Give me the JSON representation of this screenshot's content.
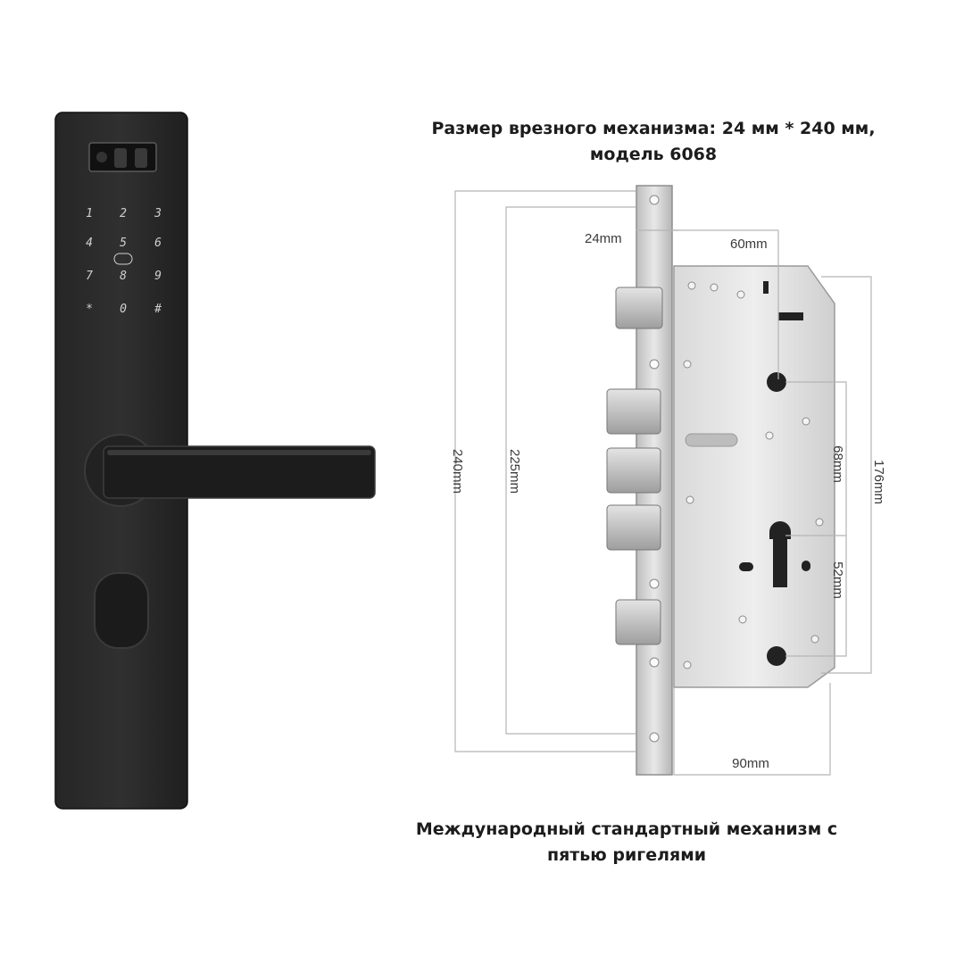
{
  "captions": {
    "top_line1": "Размер врезного механизма: 24 мм * 240 мм,",
    "top_line2": "модель 6068",
    "bottom_line1": "Международный стандартный механизм с",
    "bottom_line2": "пятью ригелями"
  },
  "keypad": {
    "keys": [
      "1",
      "2",
      "3",
      "4",
      "5",
      "6",
      "7",
      "8",
      "9",
      "*",
      "0",
      "#"
    ]
  },
  "dimensions": {
    "d24": "24mm",
    "d60": "60mm",
    "d240": "240mm",
    "d225": "225mm",
    "d68": "68mm",
    "d176": "176mm",
    "d52": "52mm",
    "d90": "90mm"
  }
}
